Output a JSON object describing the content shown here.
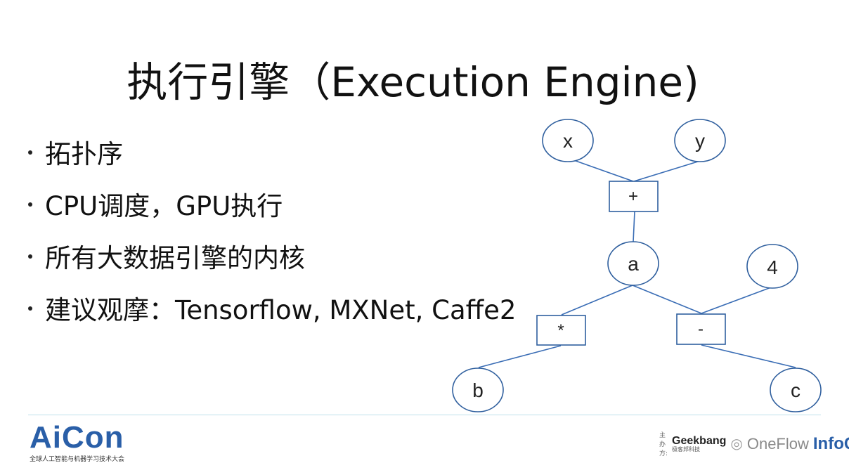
{
  "title": "执行引擎（Execution Engine)",
  "bullets": [
    {
      "text": "拓扑序"
    },
    {
      "text": "CPU调度，GPU执行"
    },
    {
      "text": "所有大数据引擎的内核"
    },
    {
      "text": "建议观摩：Tensorflow, MXNet, Caffe2"
    }
  ],
  "graph": {
    "nodes": {
      "x": "x",
      "y": "y",
      "a": "a",
      "four": "4",
      "b": "b",
      "c": "c"
    },
    "ops": {
      "plus": "+",
      "mul": "*",
      "minus": "-"
    }
  },
  "footer": {
    "brand": "AiCon",
    "brand_subtitle": "全球人工智能与机器学习技术大会",
    "sponsor_label": "主办方:",
    "sponsor_logo": "Geekbang",
    "sponsor_sub": "极客邦科技",
    "watermark": "OneFlow",
    "partner_logo": "InfoQ"
  },
  "colors": {
    "accent": "#2a5fa8",
    "edge": "#3a6db5",
    "divider": "#bfe0ea"
  }
}
